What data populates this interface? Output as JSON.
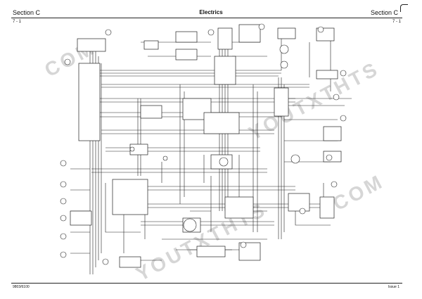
{
  "header": {
    "section_left": "Section  C",
    "page_left": "7 - 1",
    "title": "Electrics",
    "section_right": "Section  C",
    "page_right": "7 - 1"
  },
  "footer": {
    "doc_number": "9803/6100",
    "issue": "Issue 1"
  },
  "watermark": {
    "text_1": "COM",
    "text_2": "YOUTXTHTS",
    "text_3": "COM",
    "text_4": "YOUTXTHTS"
  }
}
